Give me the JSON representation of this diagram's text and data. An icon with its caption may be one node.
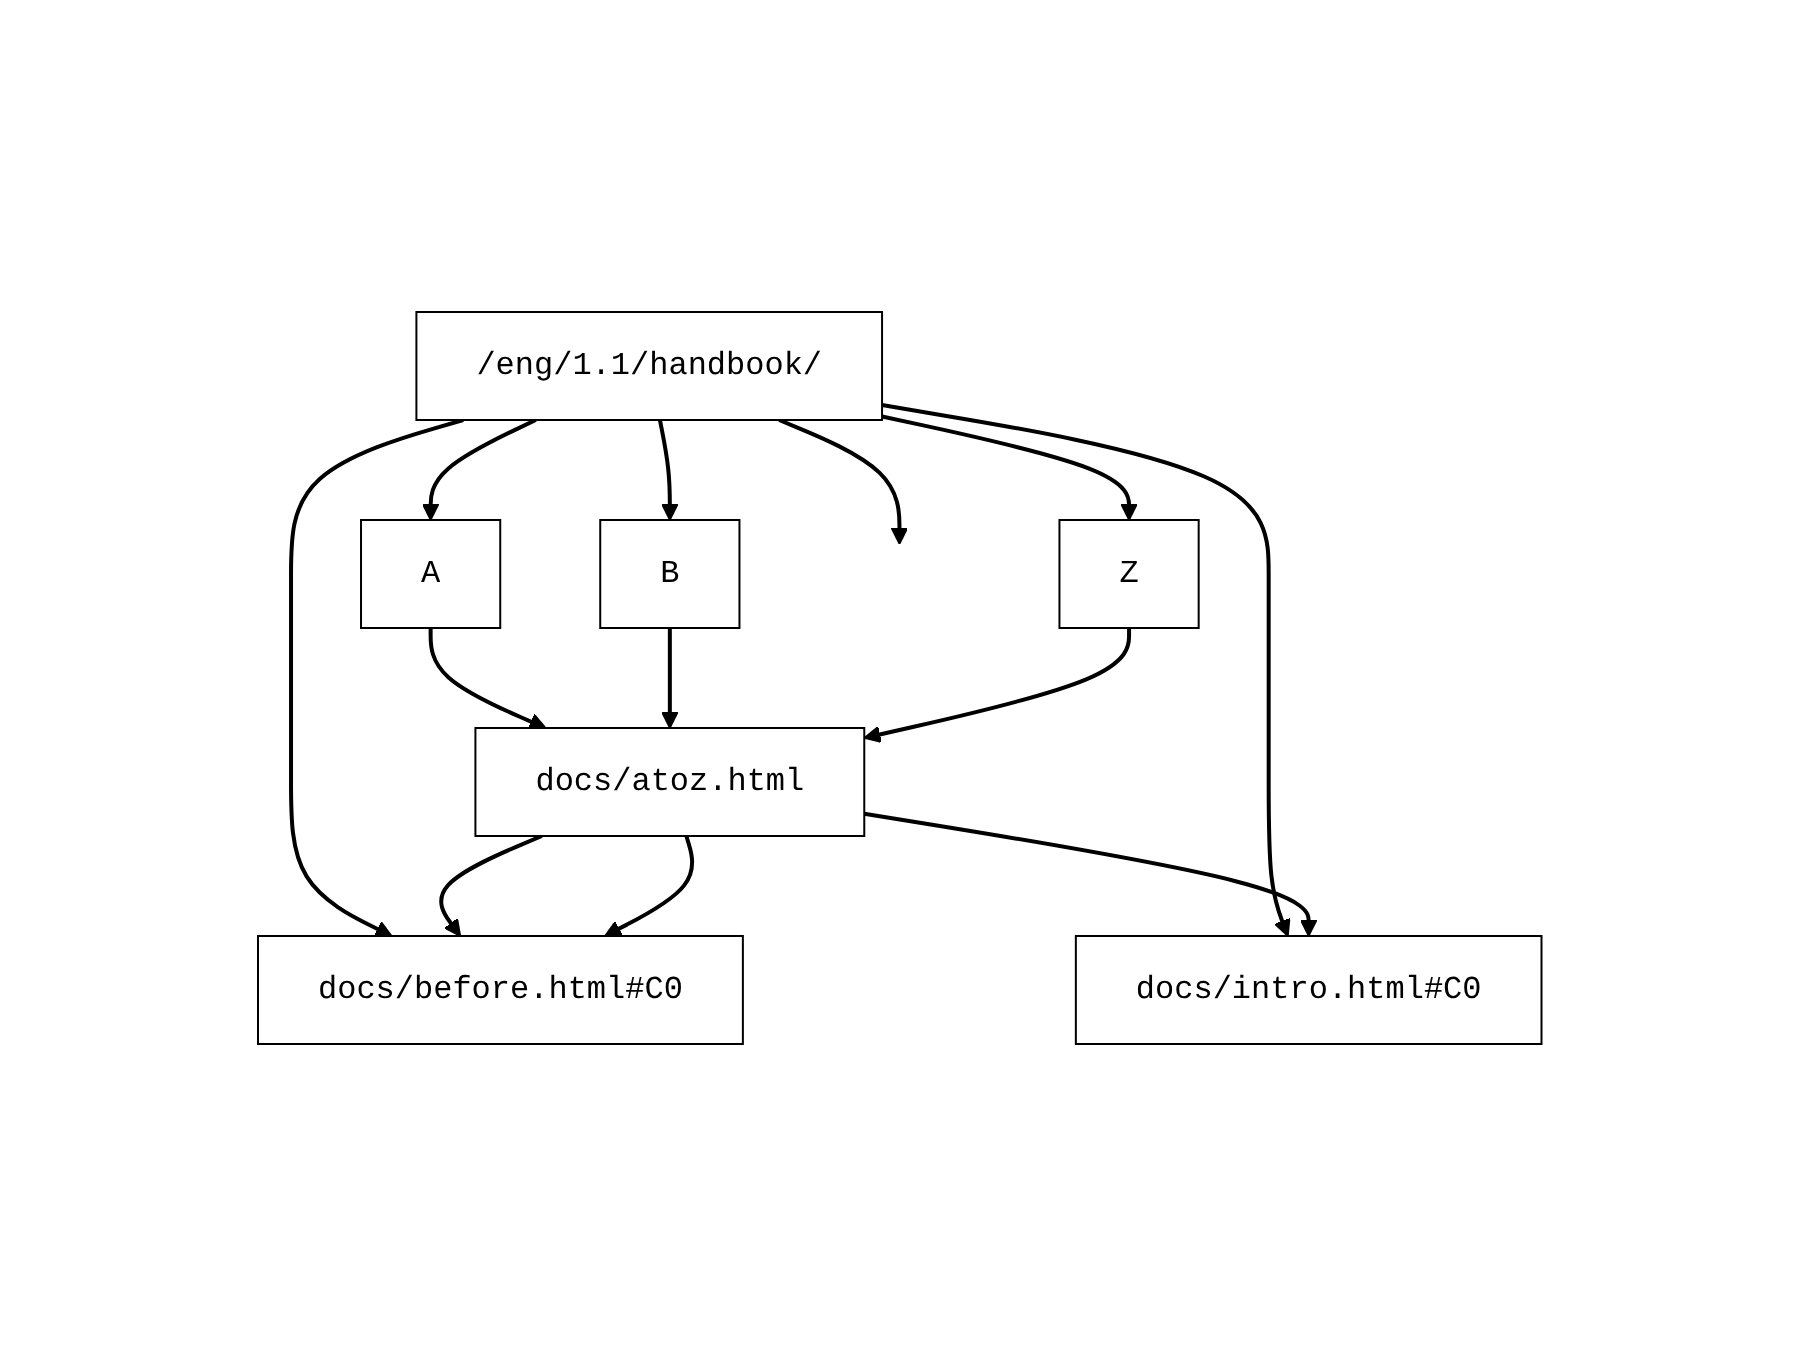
{
  "diagram": {
    "nodes": [
      {
        "text": [
          "/eng/1.1/handbook/"
        ]
      },
      {
        "text": [
          "docs/before.html#C0"
        ]
      },
      {
        "text": [
          "docs/intro.html#C0"
        ]
      },
      {
        "text": [
          "A"
        ]
      },
      {
        "text": [
          "B"
        ]
      },
      {
        "text": [
          "Z"
        ]
      },
      {
        "text": [
          "docs/atoz.html"
        ]
      }
    ],
    "edges": [
      {
        "from": 0,
        "to": null,
        "arrow": "to"
      },
      {
        "from": 0,
        "to": 1,
        "arrow": "to"
      },
      {
        "from": 0,
        "to": 2,
        "arrow": "to"
      },
      {
        "from": 0,
        "to": 3,
        "arrow": "to"
      },
      {
        "from": 0,
        "to": 4,
        "arrow": "to"
      },
      {
        "from": 0,
        "to": 5,
        "arrow": "to"
      },
      {
        "from": 3,
        "to": 6,
        "arrow": "to"
      },
      {
        "from": 4,
        "to": 6,
        "arrow": "to"
      },
      {
        "from": 5,
        "to": 6,
        "arrow": "to"
      },
      {
        "from": 6,
        "to": 2,
        "arrow": "to"
      },
      {
        "from": 6,
        "to": 1,
        "arrow": "to"
      },
      {
        "from": 6,
        "to": 1,
        "arrow": "to"
      }
    ]
  }
}
